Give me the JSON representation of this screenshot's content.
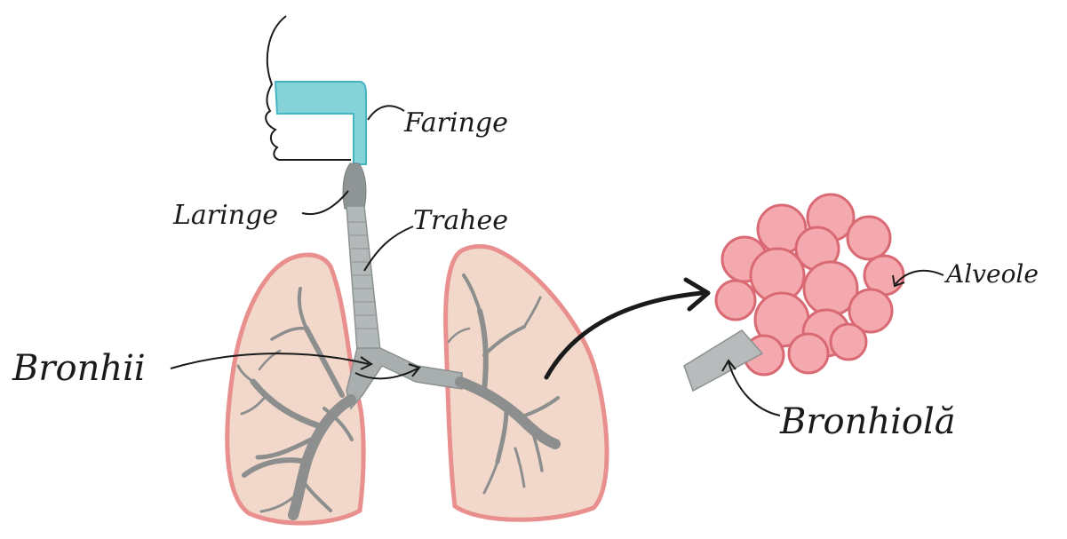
{
  "labels": {
    "faringe": "Faringe",
    "laringe": "Laringe",
    "trahee": "Trahee",
    "bronhii": "Bronhii",
    "alveole": "Alveole",
    "bronhiola": "Bronhiolă"
  },
  "colors": {
    "pharynx": "#7fd0d8",
    "airway": "#a9aeae",
    "lung_fill": "#f1d6c8",
    "lung_edge": "#e88a88",
    "bronchi_tree": "#8d8e8e",
    "alveoli_fill": "#f4a9ae",
    "alveoli_edge": "#d96a74",
    "ink": "#1a1a1a"
  }
}
